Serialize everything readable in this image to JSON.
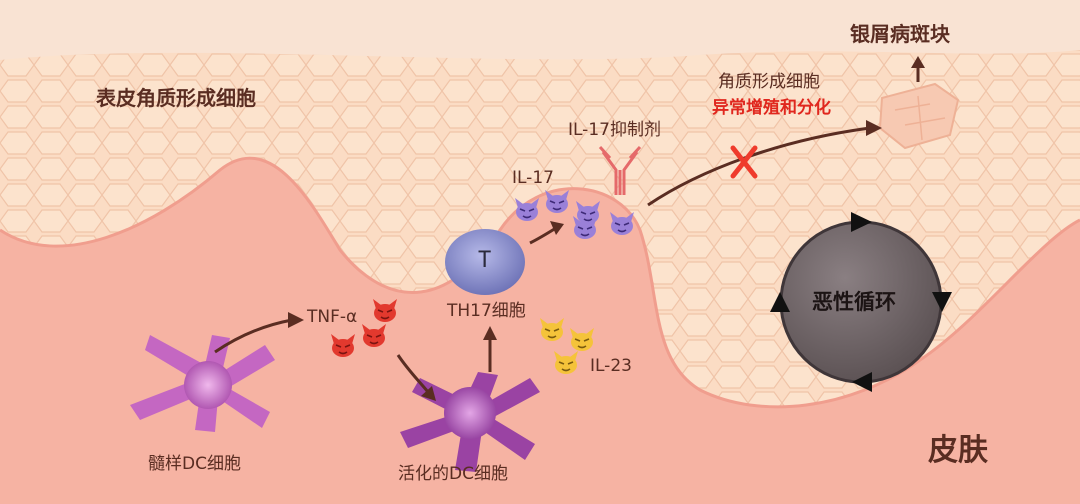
{
  "labels": {
    "epidermis": "表皮角质形成细胞",
    "plaque": "银屑病斑块",
    "keratinocyte": "角质形成细胞",
    "abnormal": "异常增殖和分化",
    "il17_inhibitor": "IL-17抑制剂",
    "il17": "IL-17",
    "tnf": "TNF-α",
    "th17": "TH17细胞",
    "il23": "IL-23",
    "myeloid_dc": "髓样DC细胞",
    "activated_dc": "活化的DC细胞",
    "vicious_cycle": "恶性循环",
    "skin": "皮肤",
    "t_cell": "T"
  },
  "colors": {
    "background": "#f9e0cf",
    "dermis": "#f6b3a3",
    "epidermis": "#fbdcc4",
    "dc_cell": "#b95ab8",
    "t_cell": "#8a8fcc",
    "tnf_icon": "#e2392e",
    "il17_icon": "#9a80d8",
    "il23_icon": "#f5c33a",
    "arrow": "#5a2d22",
    "inhibit_x": "#ef3b2c",
    "cycle_circle": "#6f6466"
  },
  "icons": [
    "devil-face-icon",
    "arrow-icon",
    "antibody-icon",
    "cross-icon",
    "cycle-arrowhead-icon"
  ]
}
